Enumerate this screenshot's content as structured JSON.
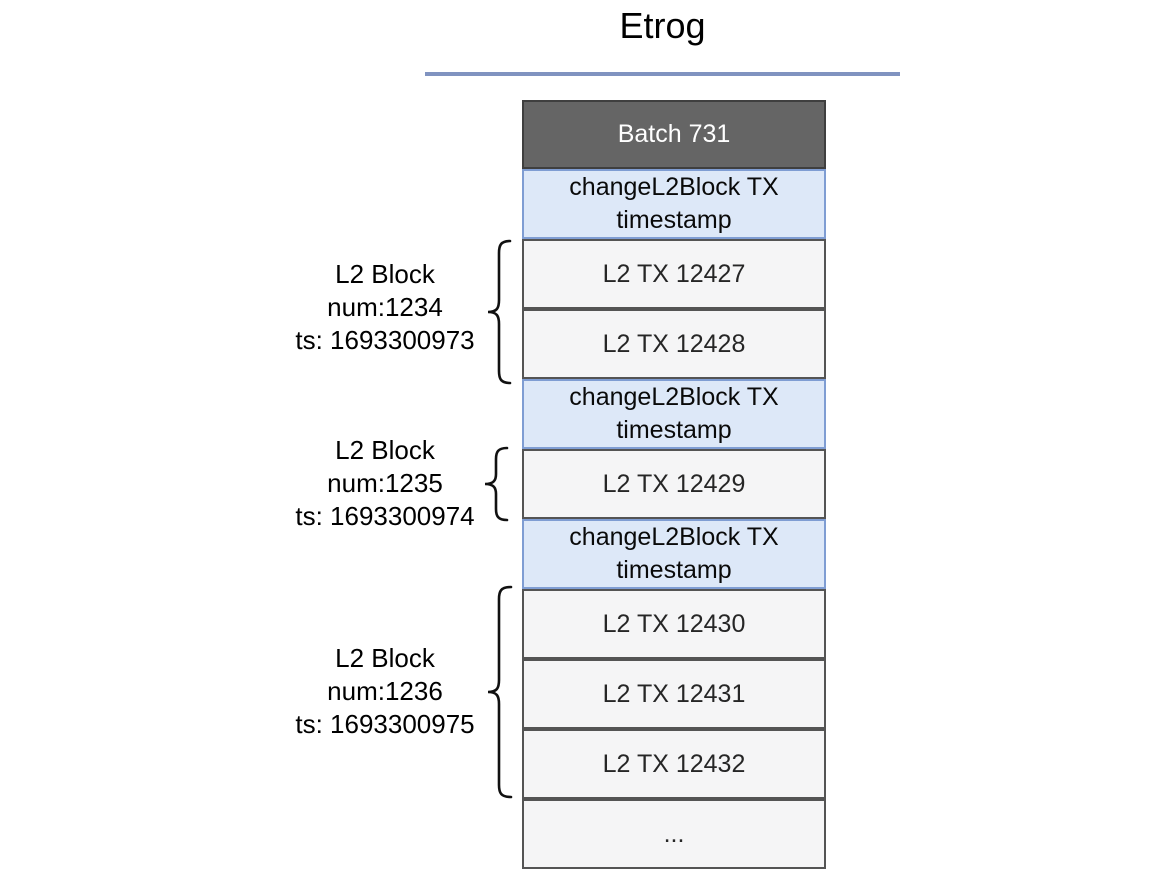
{
  "title": "Etrog",
  "batch": {
    "header_label": "Batch 731",
    "rows": [
      {
        "type": "change",
        "label": "changeL2Block TX\ntimestamp"
      },
      {
        "type": "tx",
        "label": "L2 TX 12427"
      },
      {
        "type": "tx",
        "label": "L2 TX 12428"
      },
      {
        "type": "change",
        "label": "changeL2Block TX\ntimestamp"
      },
      {
        "type": "tx",
        "label": "L2 TX 12429"
      },
      {
        "type": "change",
        "label": "changeL2Block TX\ntimestamp"
      },
      {
        "type": "tx",
        "label": "L2 TX 12430"
      },
      {
        "type": "tx",
        "label": "L2 TX 12431"
      },
      {
        "type": "tx",
        "label": "L2 TX 12432"
      },
      {
        "type": "ellipsis",
        "label": "..."
      }
    ]
  },
  "l2_blocks": [
    {
      "label": "L2 Block\nnum:1234\nts: 1693300973"
    },
    {
      "label": "L2 Block\nnum:1235\nts: 1693300974"
    },
    {
      "label": "L2 Block\nnum:1236\nts: 1693300975"
    }
  ],
  "colors": {
    "title_underline": "#8093c0",
    "batch_header_bg": "#656565",
    "batch_header_text": "#ffffff",
    "change_row_bg": "#dde8f8",
    "change_row_border": "#7f9dd3",
    "tx_row_bg": "#f5f5f6",
    "tx_row_border": "#545454",
    "brace_stroke": "#111111"
  }
}
